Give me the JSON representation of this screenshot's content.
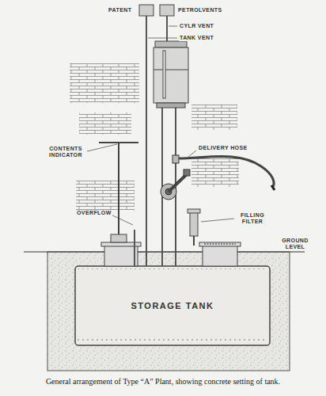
{
  "diagram": {
    "caption": "General arrangement of Type “A” Plant, showing concrete setting of tank.",
    "nodes": [
      {
        "text": [
          "STORAGE TANK"
        ]
      }
    ],
    "labels": [
      "PATENT",
      "PETROLVENTS",
      "CYLR VENT",
      "TANK VENT",
      "DELIVERY HOSE",
      "CONTENTS INDICATOR",
      "OVERFLOW",
      "FILLING FILTER",
      "GROUND LEVEL"
    ]
  }
}
